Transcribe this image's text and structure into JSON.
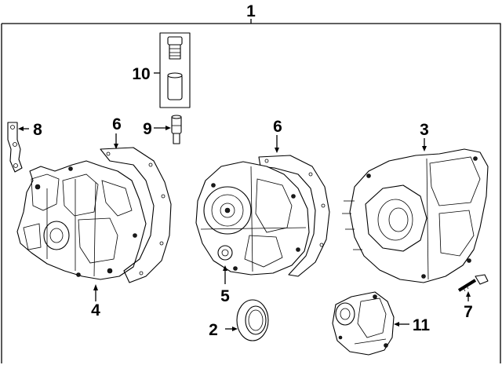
{
  "callouts": {
    "c1": "1",
    "c2": "2",
    "c3": "3",
    "c4": "4",
    "c5": "5",
    "c6a": "6",
    "c6b": "6",
    "c7": "7",
    "c8": "8",
    "c9": "9",
    "c10": "10",
    "c11": "11"
  },
  "colors": {
    "line": "#000000",
    "background": "#ffffff"
  }
}
